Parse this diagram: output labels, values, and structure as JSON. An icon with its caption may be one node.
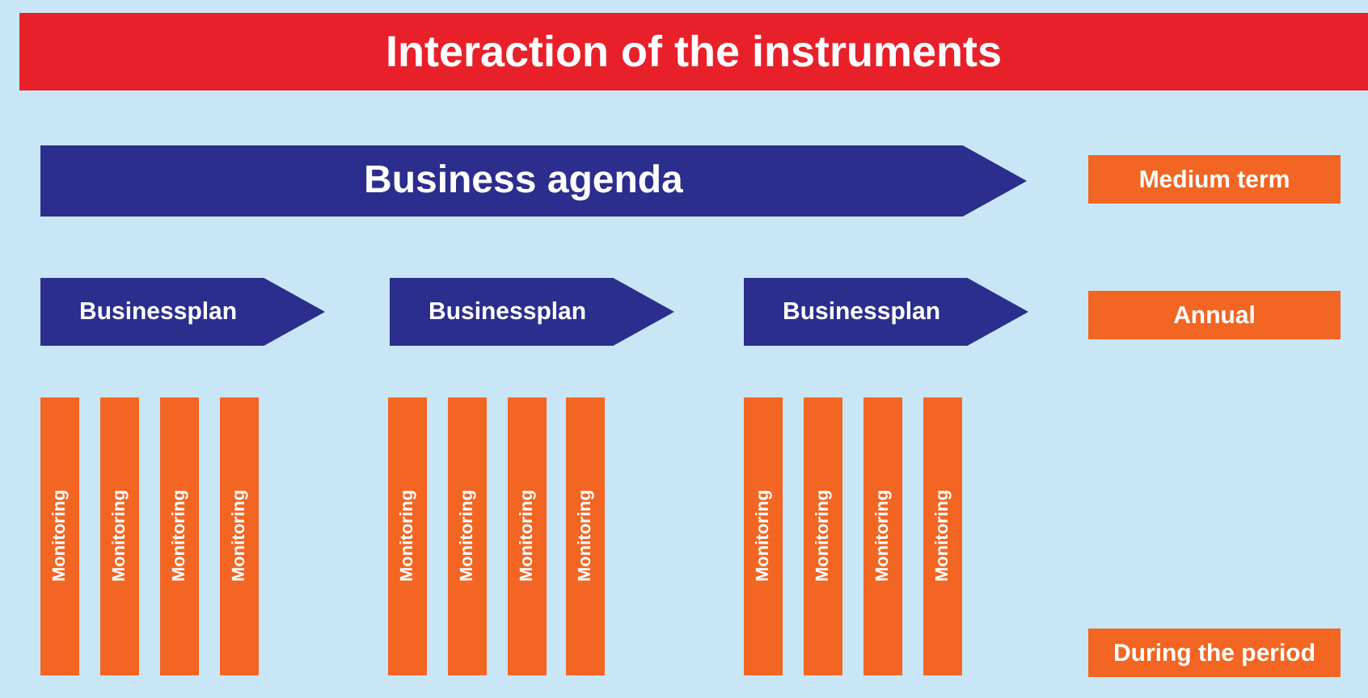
{
  "diagram": {
    "title": "Interaction of the instruments",
    "nodes": [
      {
        "text": [
          "Business agenda"
        ]
      },
      {
        "text": [
          "Businessplan"
        ]
      },
      {
        "text": [
          "Businessplan"
        ]
      },
      {
        "text": [
          "Businessplan"
        ]
      },
      {
        "text": [
          "Monitoring"
        ]
      },
      {
        "text": [
          "Monitoring"
        ]
      },
      {
        "text": [
          "Monitoring"
        ]
      },
      {
        "text": [
          "Monitoring"
        ]
      },
      {
        "text": [
          "Monitoring"
        ]
      },
      {
        "text": [
          "Monitoring"
        ]
      },
      {
        "text": [
          "Monitoring"
        ]
      },
      {
        "text": [
          "Monitoring"
        ]
      },
      {
        "text": [
          "Monitoring"
        ]
      },
      {
        "text": [
          "Monitoring"
        ]
      },
      {
        "text": [
          "Monitoring"
        ]
      },
      {
        "text": [
          "Monitoring"
        ]
      },
      {
        "text": [
          "Medium term"
        ]
      },
      {
        "text": [
          "Annual"
        ]
      },
      {
        "text": [
          "During the period"
        ]
      }
    ],
    "edges": []
  }
}
